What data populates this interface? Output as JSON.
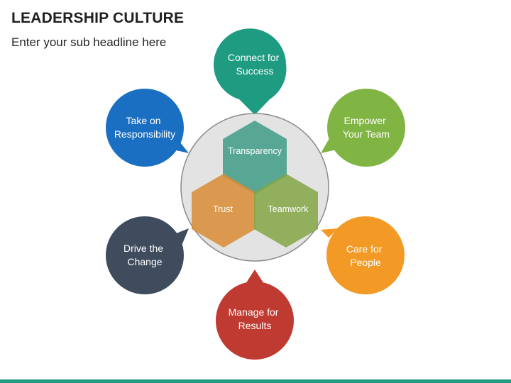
{
  "header": {
    "title": "LEADERSHIP CULTURE",
    "subtitle": "Enter your sub headline here"
  },
  "center": {
    "hexagons": [
      {
        "key": "transparency",
        "label": "Transparency",
        "color": "#3e9c86"
      },
      {
        "key": "trust",
        "label": "Trust",
        "color": "#d98c35"
      },
      {
        "key": "teamwork",
        "label": "Teamwork",
        "color": "#82a645"
      }
    ]
  },
  "bubbles": [
    {
      "key": "connect",
      "lines": [
        "Connect for",
        "Success"
      ],
      "color": "#1e9b80"
    },
    {
      "key": "empower",
      "lines": [
        "Empower",
        "Your Team"
      ],
      "color": "#80b443"
    },
    {
      "key": "care",
      "lines": [
        "Care for",
        "People"
      ],
      "color": "#f29a25"
    },
    {
      "key": "manage",
      "lines": [
        "Manage for",
        "Results"
      ],
      "color": "#bf3a30"
    },
    {
      "key": "drive",
      "lines": [
        "Drive the",
        "Change"
      ],
      "color": "#3f4c5e"
    },
    {
      "key": "take",
      "lines": [
        "Take on",
        "Responsibility"
      ],
      "color": "#1a6fc2"
    }
  ]
}
